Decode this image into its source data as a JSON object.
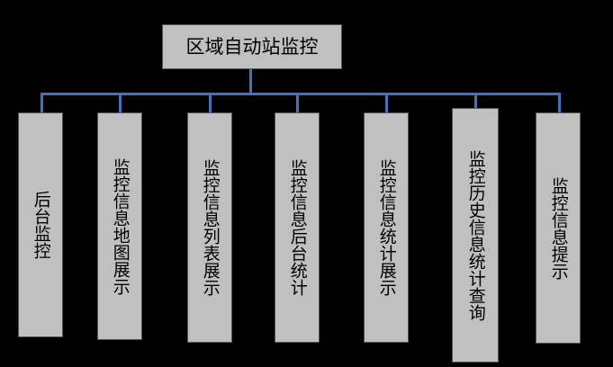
{
  "diagram": {
    "title": "区域自动站监控",
    "root": {
      "label": "区域自动站监控"
    },
    "children": [
      {
        "label": "后台监控"
      },
      {
        "label": "监控信息地图展示"
      },
      {
        "label": "监控信息列表展示"
      },
      {
        "label": "监控信息后台统计"
      },
      {
        "label": "监控信息统计展示"
      },
      {
        "label": "监控历史信息统计查询"
      },
      {
        "label": "监控信息提示"
      }
    ],
    "colors": {
      "background": "#000000",
      "node_fill": "#c0c0c0",
      "node_border": "#555555",
      "connector": "#4472b8",
      "text": "#000000"
    }
  }
}
